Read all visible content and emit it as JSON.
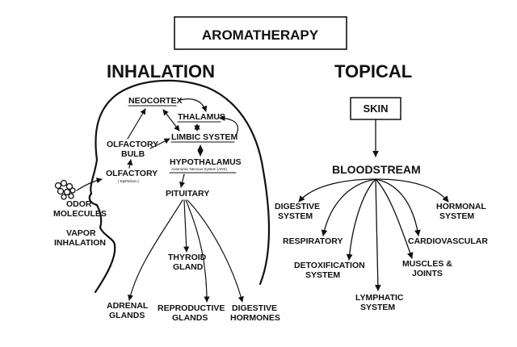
{
  "title": "AROMATHERAPY",
  "inhalation": {
    "heading": "INHALATION",
    "neocortex": "NEOCORTEX",
    "thalamus": "THALAMUS",
    "limbic_system": "LIMBIC SYSTEM",
    "olfactory_bulb_1": "OLFACTORY",
    "olfactory_bulb_2": "BULB",
    "hypothalamus": "HYPOTHALAMUS",
    "hypothalamus_sub": "Autonomic Nervous System (ANS)",
    "olfactory": "OLFACTORY",
    "olfactory_sub": "( Epithelium )",
    "pituitary": "PITUITARY",
    "odor_1": "ODOR",
    "odor_2": "MOLECULES",
    "vapor_1": "VAPOR",
    "vapor_2": "INHALATION",
    "thyroid_1": "THYROID",
    "thyroid_2": "GLAND",
    "adrenal_1": "ADRENAL",
    "adrenal_2": "GLANDS",
    "reproductive_1": "REPRODUCTIVE",
    "reproductive_2": "GLANDS",
    "digestive_h_1": "DIGESTIVE",
    "digestive_h_2": "HORMONES"
  },
  "topical": {
    "heading": "TOPICAL",
    "skin": "SKIN",
    "bloodstream": "BLOODSTREAM",
    "digestive_1": "DIGESTIVE",
    "digestive_2": "SYSTEM",
    "hormonal_1": "HORMONAL",
    "hormonal_2": "SYSTEM",
    "respiratory": "RESPIRATORY",
    "cardiovascular": "CARDIOVASCULAR",
    "detox_1": "DETOXIFICATION",
    "detox_2": "SYSTEM",
    "muscles_1": "MUSCLES &",
    "muscles_2": "JOINTS",
    "lymphatic_1": "LYMPHATIC",
    "lymphatic_2": "SYSTEM"
  }
}
